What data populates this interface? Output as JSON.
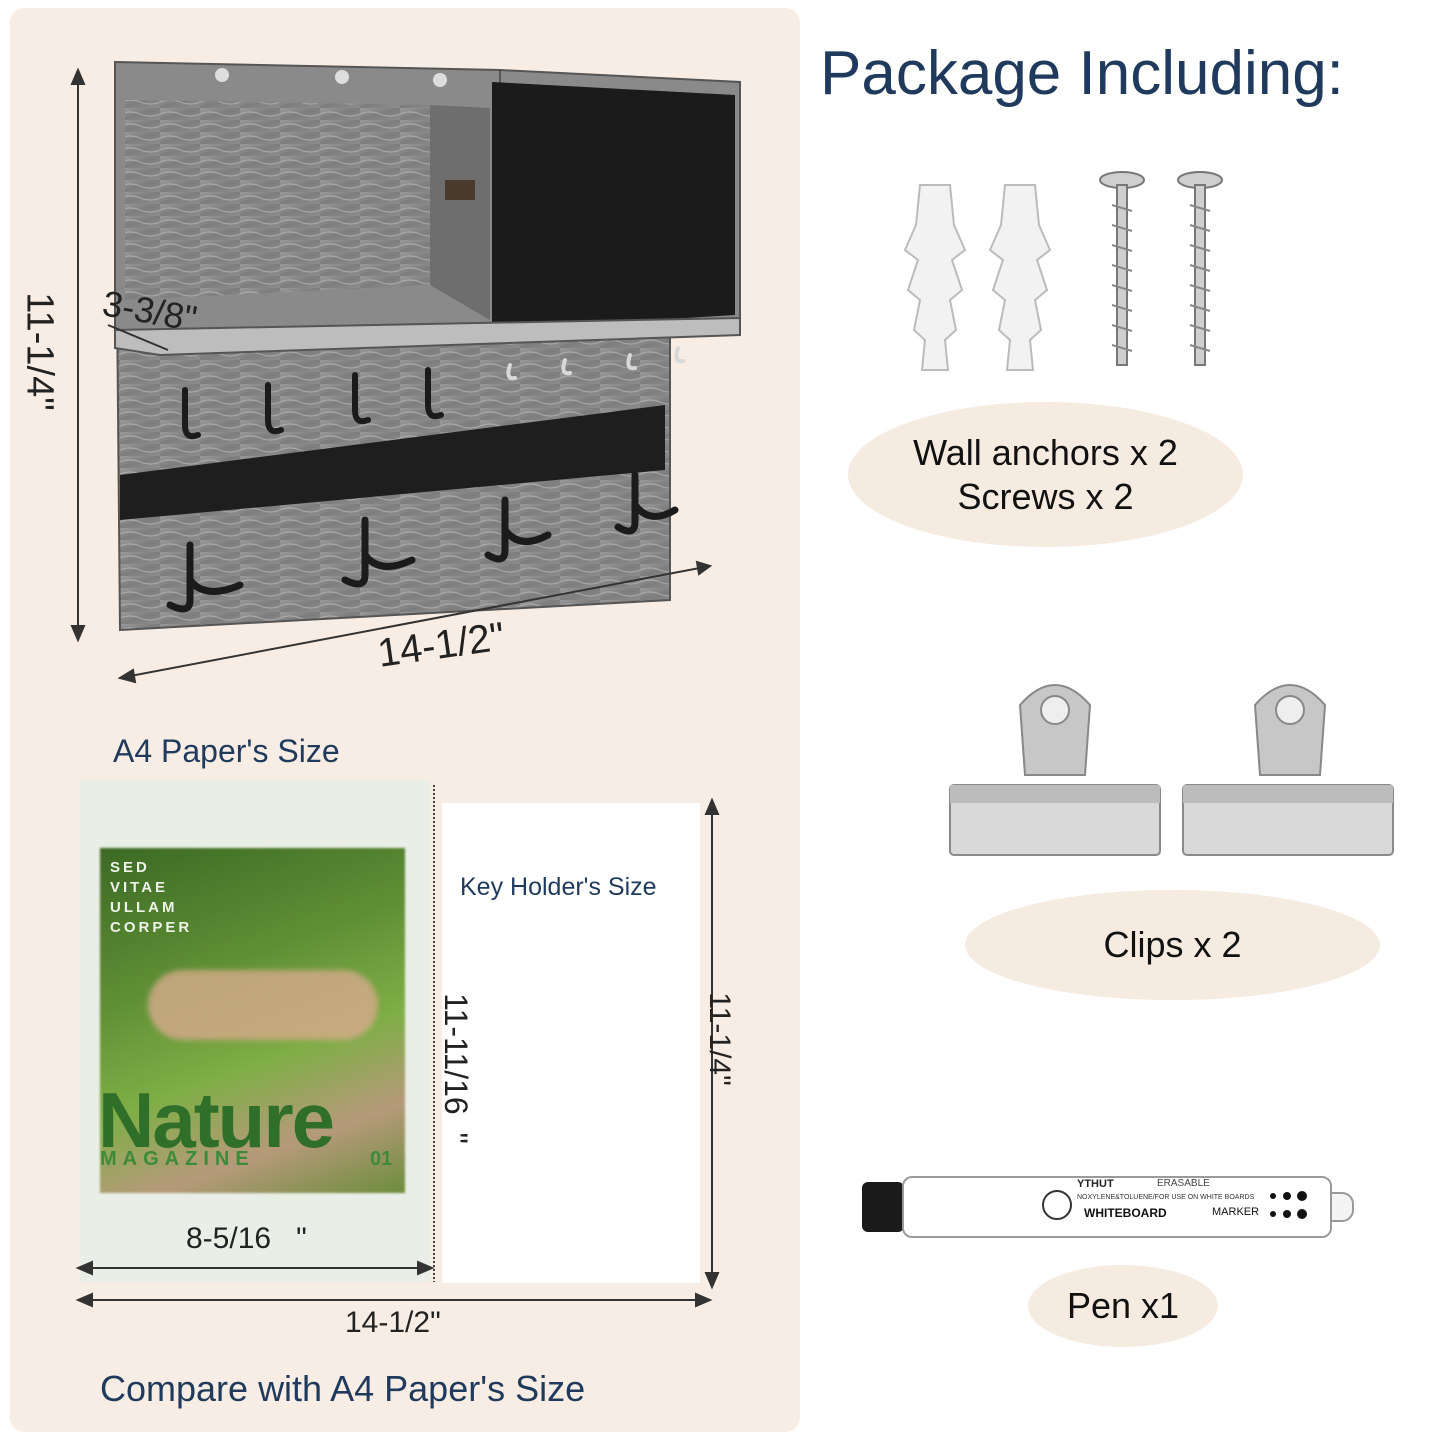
{
  "title": "Package Including:",
  "product_dims": {
    "height": "11-1/4\"",
    "depth": "3-3/8\"",
    "width": "14-1/2\""
  },
  "compare": {
    "a4_label": "A4 Paper's Size",
    "key_holder_label": "Key Holder's Size",
    "a4_width": "8-5/16",
    "a4_width_unit": "\"",
    "a4_height": "11-11/16",
    "a4_height_unit": "\"",
    "holder_height": "11-1/4\"",
    "holder_width": "14-1/2\"",
    "footer": "Compare with A4 Paper's Size"
  },
  "magazine": {
    "lines": [
      "SED",
      "VITAE",
      "ULLAM",
      "CORPER"
    ],
    "title": "Nature",
    "subtitle": "MAGAZINE",
    "issue": "01"
  },
  "package_items": [
    {
      "line1": "Wall anchors x 2",
      "line2": "Screws x 2"
    },
    {
      "line1": "Clips x 2"
    },
    {
      "line1": "Pen x1"
    }
  ],
  "marker": {
    "brand": "YTHUT",
    "erasable": "ERASABLE",
    "fine_print": "NOXYLENE&TOLUENE/FOR USE ON WHITE BOARDS",
    "label": "WHITEBOARD",
    "type": "MARKER"
  }
}
